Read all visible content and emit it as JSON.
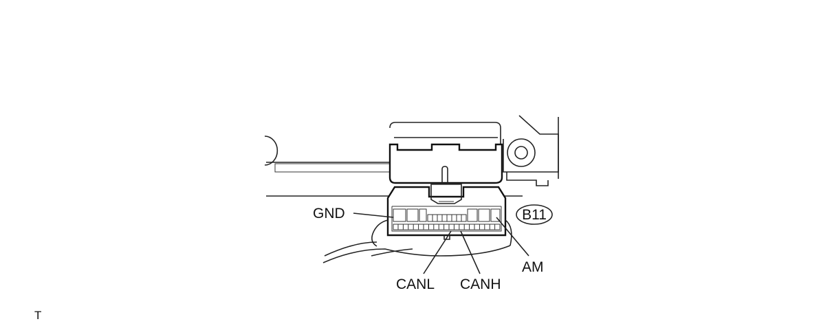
{
  "diagram": {
    "connector_code": "B11",
    "pins": {
      "gnd": "GND",
      "canl": "CANL",
      "canh": "CANH",
      "am": "AM"
    },
    "corner_mark": "T"
  }
}
